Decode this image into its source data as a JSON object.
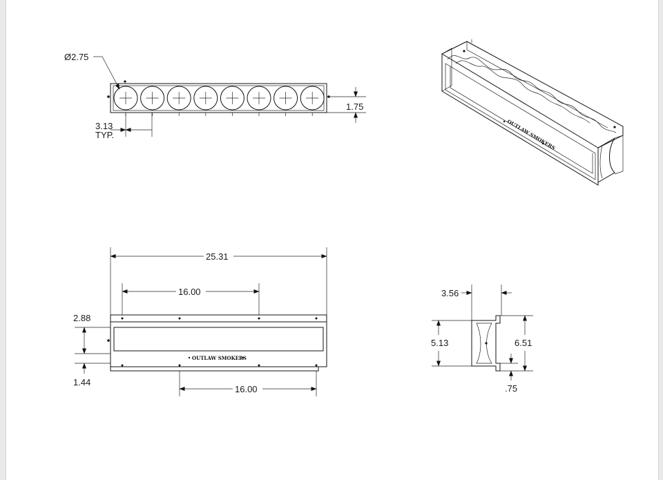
{
  "drawing": {
    "top_view": {
      "hole_diameter": "Ø2.75",
      "hole_spacing": "3.13",
      "hole_spacing_note": "TYP.",
      "height": "1.75",
      "hole_count": 8
    },
    "front_view": {
      "overall_length": "25.31",
      "upper_hole_spacing": "16.00",
      "lower_hole_spacing": "16.00",
      "left_height": "2.88",
      "left_bottom_offset": "1.44",
      "logo": "OUTLAW SMOKERS"
    },
    "side_view": {
      "width": "3.56",
      "inner_height": "5.13",
      "overall_height": "6.51",
      "bottom_offset": ".75"
    },
    "iso_view": {
      "logo": "OUTLAW SMOKERS"
    }
  }
}
